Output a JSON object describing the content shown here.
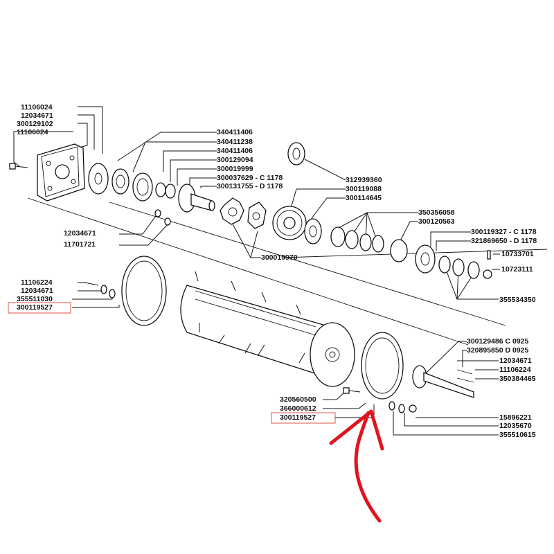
{
  "diagram": {
    "part_labels": [
      "11106024",
      "12034671",
      "300129102",
      "11106024",
      "340411406",
      "340411238",
      "340411406",
      "300129094",
      "300019999",
      "300037629 - C 1178",
      "300131755 - D 1178",
      "312939360",
      "300119088",
      "300114645",
      "350356058",
      "300120563",
      "300119327 - C 1178",
      "321869650 - D 1178",
      "10733701",
      "10723111",
      "12034671",
      "11701721",
      "300019970",
      "11106224",
      "12034671",
      "355511030",
      "300119527",
      "355534350",
      "300129486 C 0925",
      "320895850 D 0925",
      "12034671",
      "11106224",
      "350384465",
      "320560500",
      "366000612",
      "300119527",
      "15896221",
      "12035670",
      "355510615"
    ],
    "highlighted_parts": [
      "300119527",
      "300119527"
    ],
    "arrow_color": "#e0141e",
    "highlight_color": "#e0524a"
  }
}
